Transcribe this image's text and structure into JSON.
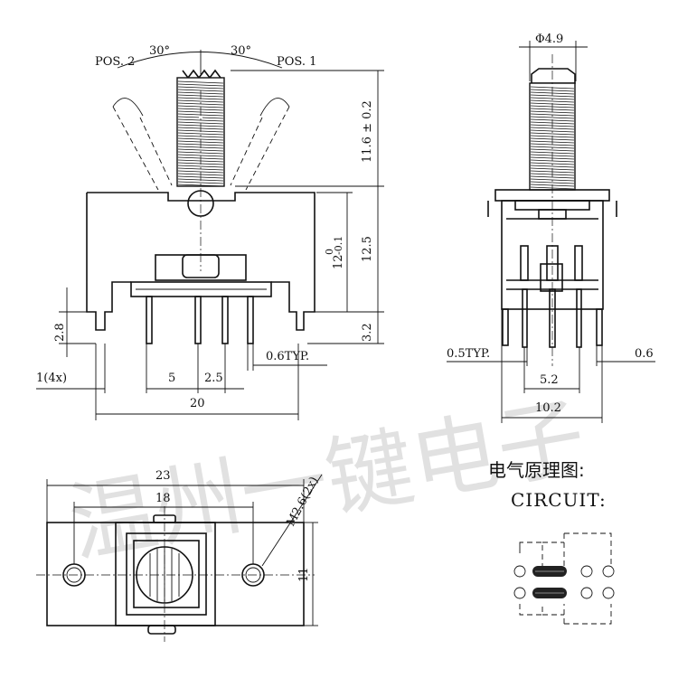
{
  "front_view": {
    "pos2_label": "POS. 2",
    "pos1_label": "POS. 1",
    "angle_left": "30°",
    "angle_right": "30°",
    "shaft_length": "11.6 ± 0.2",
    "height_12": "12",
    "height_12_tol_upper": "0",
    "height_12_tol_lower": "-0.1",
    "height_12_5": "12.5",
    "pin_length_3_2": "3.2",
    "pin_length_2_8": "2.8",
    "pin_width_4x": "1(4x)",
    "pitch_5": "5",
    "pitch_2_5": "2.5",
    "pin_typ": "0.6TYP.",
    "width_20": "20"
  },
  "side_view": {
    "shaft_dia": "Φ4.9",
    "pin_typ": "0.5TYP.",
    "pin_width": "0.6",
    "pitch_5_2": "5.2",
    "width_10_2": "10.2"
  },
  "top_view": {
    "length_23": "23",
    "hole_pitch_18": "18",
    "mount_holes": "M2.6(2x)",
    "height_11": "11"
  },
  "circuit": {
    "title_cn": "电气原理图:",
    "title_en": "CIRCUIT:"
  },
  "watermark": "温州一键电子"
}
